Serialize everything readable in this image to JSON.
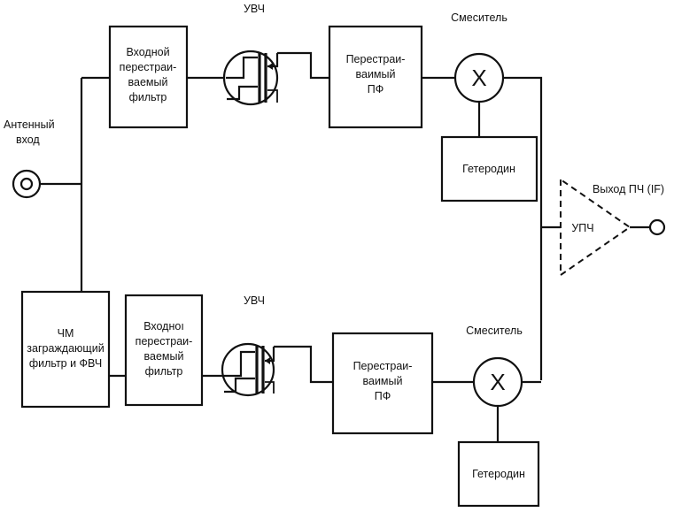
{
  "antenna": {
    "label_line1": "Антенный",
    "label_line2": "вход"
  },
  "upper_branch": {
    "input_filter": [
      "Входной",
      "перестраи-",
      "ваемый",
      "фильтр"
    ],
    "amplifier_label": "УВЧ",
    "tunable_filter": [
      "Перестраи-",
      "ваимый",
      "ПФ"
    ],
    "mixer_label": "Смеситель",
    "mixer_symbol": "X",
    "oscillator_label": "Гетеродин"
  },
  "lower_branch": {
    "notch_filter": [
      "ЧМ",
      "заграждающий",
      "фильтр и ФВЧ"
    ],
    "input_filter": [
      "Входноı",
      "перестраи-",
      "ваемый",
      "фильтр"
    ],
    "amplifier_label": "УВЧ",
    "tunable_filter": [
      "Перестраи-",
      "ваимый",
      "ПФ"
    ],
    "mixer_label": "Смеситель",
    "mixer_symbol": "X",
    "oscillator_label": "Гетеродин"
  },
  "if_amplifier": {
    "label": "УПЧ",
    "output_label": "Выход ПЧ (IF)"
  }
}
